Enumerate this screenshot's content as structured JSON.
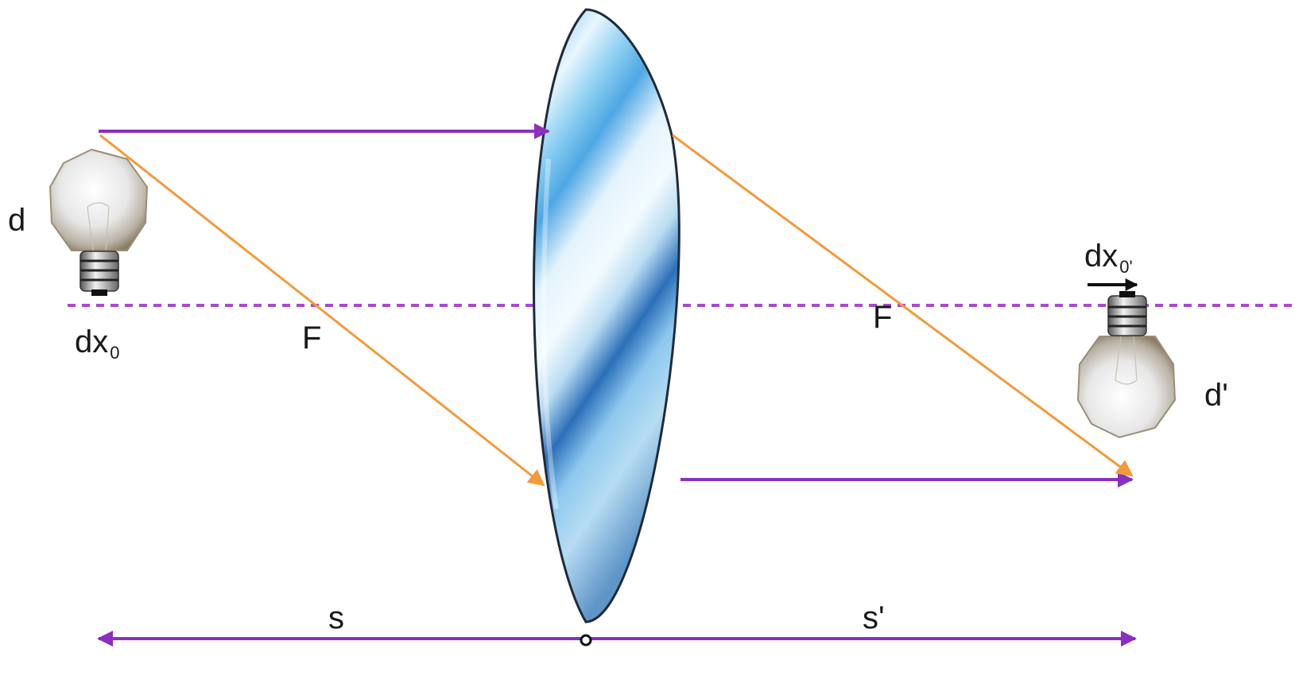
{
  "labels": {
    "object_size": "d",
    "object_shift": "dx",
    "object_shift_sub": "0",
    "focal_left": "F",
    "focal_right": "F",
    "image_shift": "dx",
    "image_shift_sub": "0'",
    "image_size": "d'",
    "object_distance": "s",
    "image_distance": "s'"
  },
  "colors": {
    "parallel_ray": "#8a2fc0",
    "focal_ray": "#f39a3c",
    "axis": "#a64bd0",
    "lens_edge": "#1f2b3a",
    "lens_light": "#e8f6ff",
    "lens_mid": "#9fd4f4",
    "lens_dark": "#3f7fc0",
    "text": "#1a1a1a"
  },
  "icons": {
    "object": "light-bulb-icon",
    "image": "inverted-light-bulb-icon",
    "image_shift_arrow": "right-arrow-icon",
    "lens_center": "center-point-icon"
  }
}
